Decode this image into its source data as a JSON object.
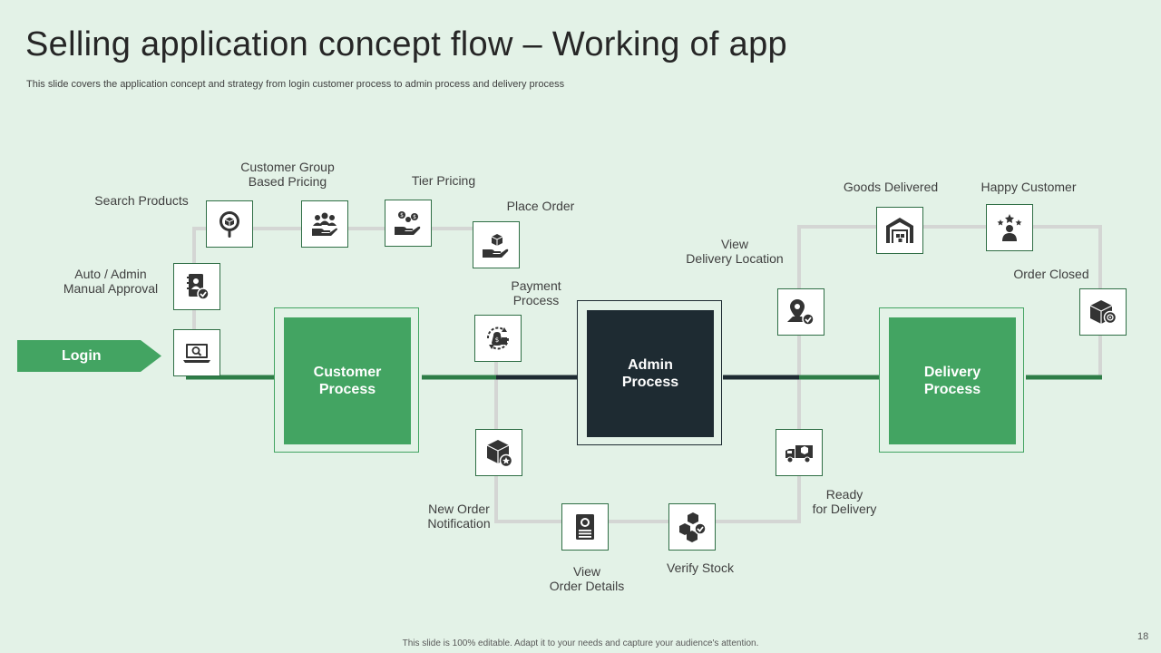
{
  "title": "Selling application concept flow – Working of app",
  "subtitle": "This slide covers the application concept and strategy from login customer process to admin process and delivery process",
  "login": "Login",
  "processes": {
    "customer": "Customer\nProcess",
    "admin": "Admin\nProcess",
    "delivery": "Delivery\nProcess"
  },
  "labels": {
    "auto_admin": "Auto / Admin\nManual Approval",
    "search_products": "Search Products",
    "customer_group": "Customer Group\nBased Pricing",
    "tier_pricing": "Tier Pricing",
    "place_order": "Place Order",
    "payment_process": "Payment\nProcess",
    "new_order": "New  Order\nNotification",
    "view_order": "View\nOrder Details",
    "verify_stock": "Verify Stock",
    "ready_delivery": "Ready\nfor Delivery",
    "view_location": "View\nDelivery Location",
    "goods_delivered": "Goods Delivered",
    "happy_customer": "Happy Customer",
    "order_closed": "Order Closed"
  },
  "icons": {
    "login": "laptop-search-icon",
    "approval": "contact-approval-icon",
    "search": "search-box-icon",
    "group": "group-pricing-icon",
    "tier": "hand-coins-icon",
    "place_order": "hand-box-icon",
    "payment": "money-cycle-icon",
    "new_order": "box-star-icon",
    "view_order": "document-icon",
    "verify_stock": "boxes-check-icon",
    "ready": "delivery-truck-icon",
    "location": "location-pin-check-icon",
    "goods": "warehouse-icon",
    "happy": "customer-stars-icon",
    "closed": "box-badge-icon"
  },
  "colors": {
    "background": "#e3f2e7",
    "accent_green": "#43a462",
    "dark": "#1e2b32",
    "connector": "#d6d6d6"
  },
  "footer": "This slide is 100% editable.  Adapt it to your needs and capture your audience's attention.",
  "page_number": "18"
}
